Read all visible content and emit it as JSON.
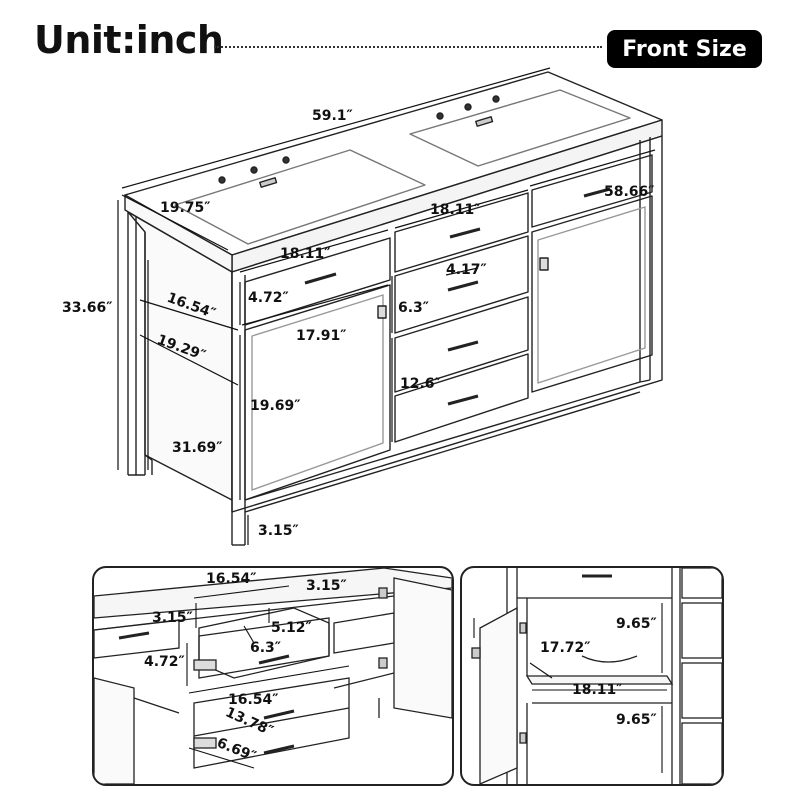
{
  "header": {
    "title": "Unit:inch",
    "badge": "Front Size"
  },
  "main_view": {
    "dims": {
      "total_width": "59.1″",
      "depth": "19.75″",
      "height": "33.66″",
      "drawer_top_left_w": "18.11″",
      "drawer_top_mid_w": "18.11″",
      "right_w": "58.66″",
      "drawer_h": "4.72″",
      "side_depth_a": "16.54″",
      "side_depth_b": "19.29″",
      "door_w": "17.91″",
      "door_h": "19.69″",
      "body_h": "31.69″",
      "leg_h": "3.15″",
      "small_drawer_w": "4.17″",
      "small_drawer_h": "6.3″",
      "drawers_h": "12.6″"
    }
  },
  "inset_left": {
    "dims": {
      "top_w": "16.54″",
      "top_gap": "3.15″",
      "left_gap": "3.15″",
      "inner_w": "5.12″",
      "inner_h": "6.3″",
      "side_h": "4.72″",
      "lower_w": "16.54″",
      "lower_depth": "13.78″",
      "lower_h": "6.69″"
    }
  },
  "inset_right": {
    "dims": {
      "shelf_top_h": "9.65″",
      "shelf_depth": "17.72″",
      "shelf_w": "18.11″",
      "shelf_bottom_h": "9.65″"
    }
  }
}
